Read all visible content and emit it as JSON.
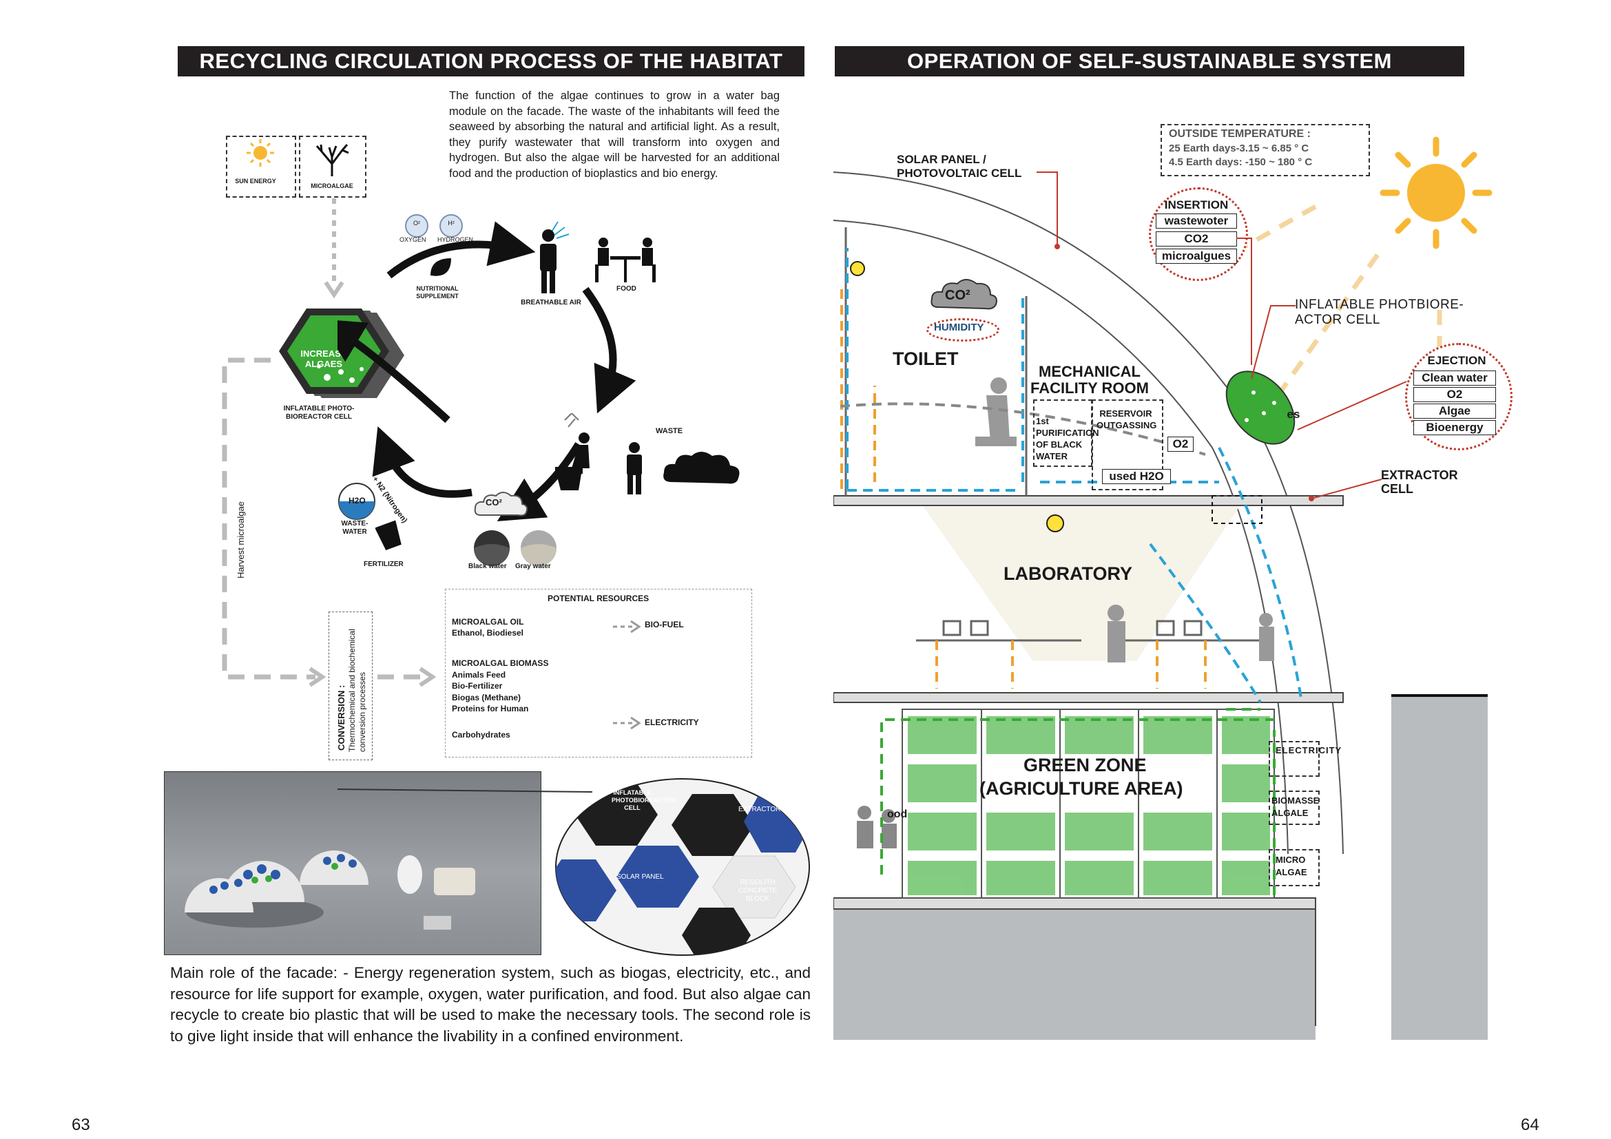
{
  "left": {
    "title": "RECYCLING CIRCULATION PROCESS OF THE HABITAT",
    "description": "The function of the algae continues to grow in a water bag module on the facade. The waste of the inhabitants will feed the seaweed by absorbing the natural and artificial light. As a result, they purify wastewater that will transform into oxygen and hydrogen. But also the algae will be harvested for an additional food and the production of bioplastics and bio energy.",
    "sun_energy": "SUN ENERGY",
    "microalgae": "MICROALGAE",
    "oxygen": "OXYGEN",
    "hydrogen": "HYDROGEN",
    "o2": "O²",
    "h2": "H²",
    "nutritional_supplement": "NUTRITIONAL SUPPLEMENT",
    "breathable_air": "BREATHABLE AIR",
    "food": "FOOD",
    "increase_algaes": "INCREASE ALGAES",
    "bioreactor_cell": "INFLATABLE PHOTO-BIOREACTOR CELL",
    "waste": "WASTE",
    "nitrogen": "+ N2 (Nitrogen)",
    "co2": "CO²",
    "h2o": "H2O",
    "wastewater": "WASTE-WATER",
    "fertilizer": "FERTILIZER",
    "black_water": "Black water",
    "gray_water": "Gray water",
    "harvest": "Harvest microalgae",
    "conversion": "CONVERSION :",
    "conversion_sub": "Thermochemical and biochemical conversion processes",
    "potential_title": "POTENTIAL RESOURCES",
    "oil_title": "MICROALGAL OIL",
    "oil_items": "Ethanol, Biodiesel",
    "biofuel": "BIO-FUEL",
    "biomass_title": "MICROALGAL BIOMASS",
    "biomass_items": [
      "Animals Feed",
      "Bio-Fertilizer",
      "Biogas (Methane)",
      "Proteins for Human"
    ],
    "carbohydrates": "Carbohydrates",
    "electricity": "ELECTRICITY",
    "zoom_labels": [
      "INFLATABLE PHOTOBIOREACTOR CELL",
      "EXTRACTOR",
      "SOLAR PANEL",
      "REGOLITH CONCRETE BLOCK"
    ],
    "facade_caption": "Main role of the facade: - Energy regeneration system, such as biogas, electricity, etc., and resource for life support for example, oxygen, water purification, and food. But also algae can recycle to create bio plastic that will be used to make the necessary tools. The second role is to give light inside that will enhance the livability in a confined environment.",
    "page_number": "63"
  },
  "right": {
    "title": "OPERATION OF SELF-SUSTAINABLE SYSTEM",
    "temp_title": "OUTSIDE TEMPERATURE :",
    "temp_line1": "25 Earth days-3.15 ~ 6.85 ° C",
    "temp_line2": "4.5 Earth days: -150 ~ 180 ° C",
    "solar_panel": "SOLAR PANEL / PHOTOVOLTAIC CELL",
    "insertion_title": "INSERTION",
    "insertion_items": [
      "wastewoter",
      "CO2",
      "microalgues"
    ],
    "inflatable": "INFLATABLE PHOTBIORE-ACTOR CELL",
    "ejection_title": "EJECTION",
    "ejection_items": [
      "Clean water",
      "O2",
      "Algae",
      "Bioenergy"
    ],
    "extractor": "EXTRACTOR CELL",
    "co2": "CO²",
    "humidity": "HUMIDITY",
    "toilet": "TOILET",
    "mechanical": "MECHANICAL FACILITY ROOM",
    "purification": "1st PURIFICATION OF BLACK WATER",
    "reservoir": "RESERVOIR OUTGASSING",
    "o2": "O2",
    "used_h2o": "used H2O",
    "es": "es",
    "laboratory": "LABORATORY",
    "green_zone": "GREEN ZONE",
    "agriculture": "(AGRICULTURE AREA)",
    "ood": "ood",
    "electricity": "ELECTRICITY",
    "biomasse": "BIOMASSE ALGALE",
    "micro_algae": "MICRO ALGAE",
    "page_number": "64"
  },
  "colors": {
    "banner": "#231f20",
    "green": "#3aa935",
    "dashed_blue": "#29a3d6",
    "dashed_orange": "#f0a030",
    "dashed_green": "#3aa935",
    "red_dot": "#c0392b",
    "sun": "#f7b733",
    "ground": "#b9bcbf"
  }
}
